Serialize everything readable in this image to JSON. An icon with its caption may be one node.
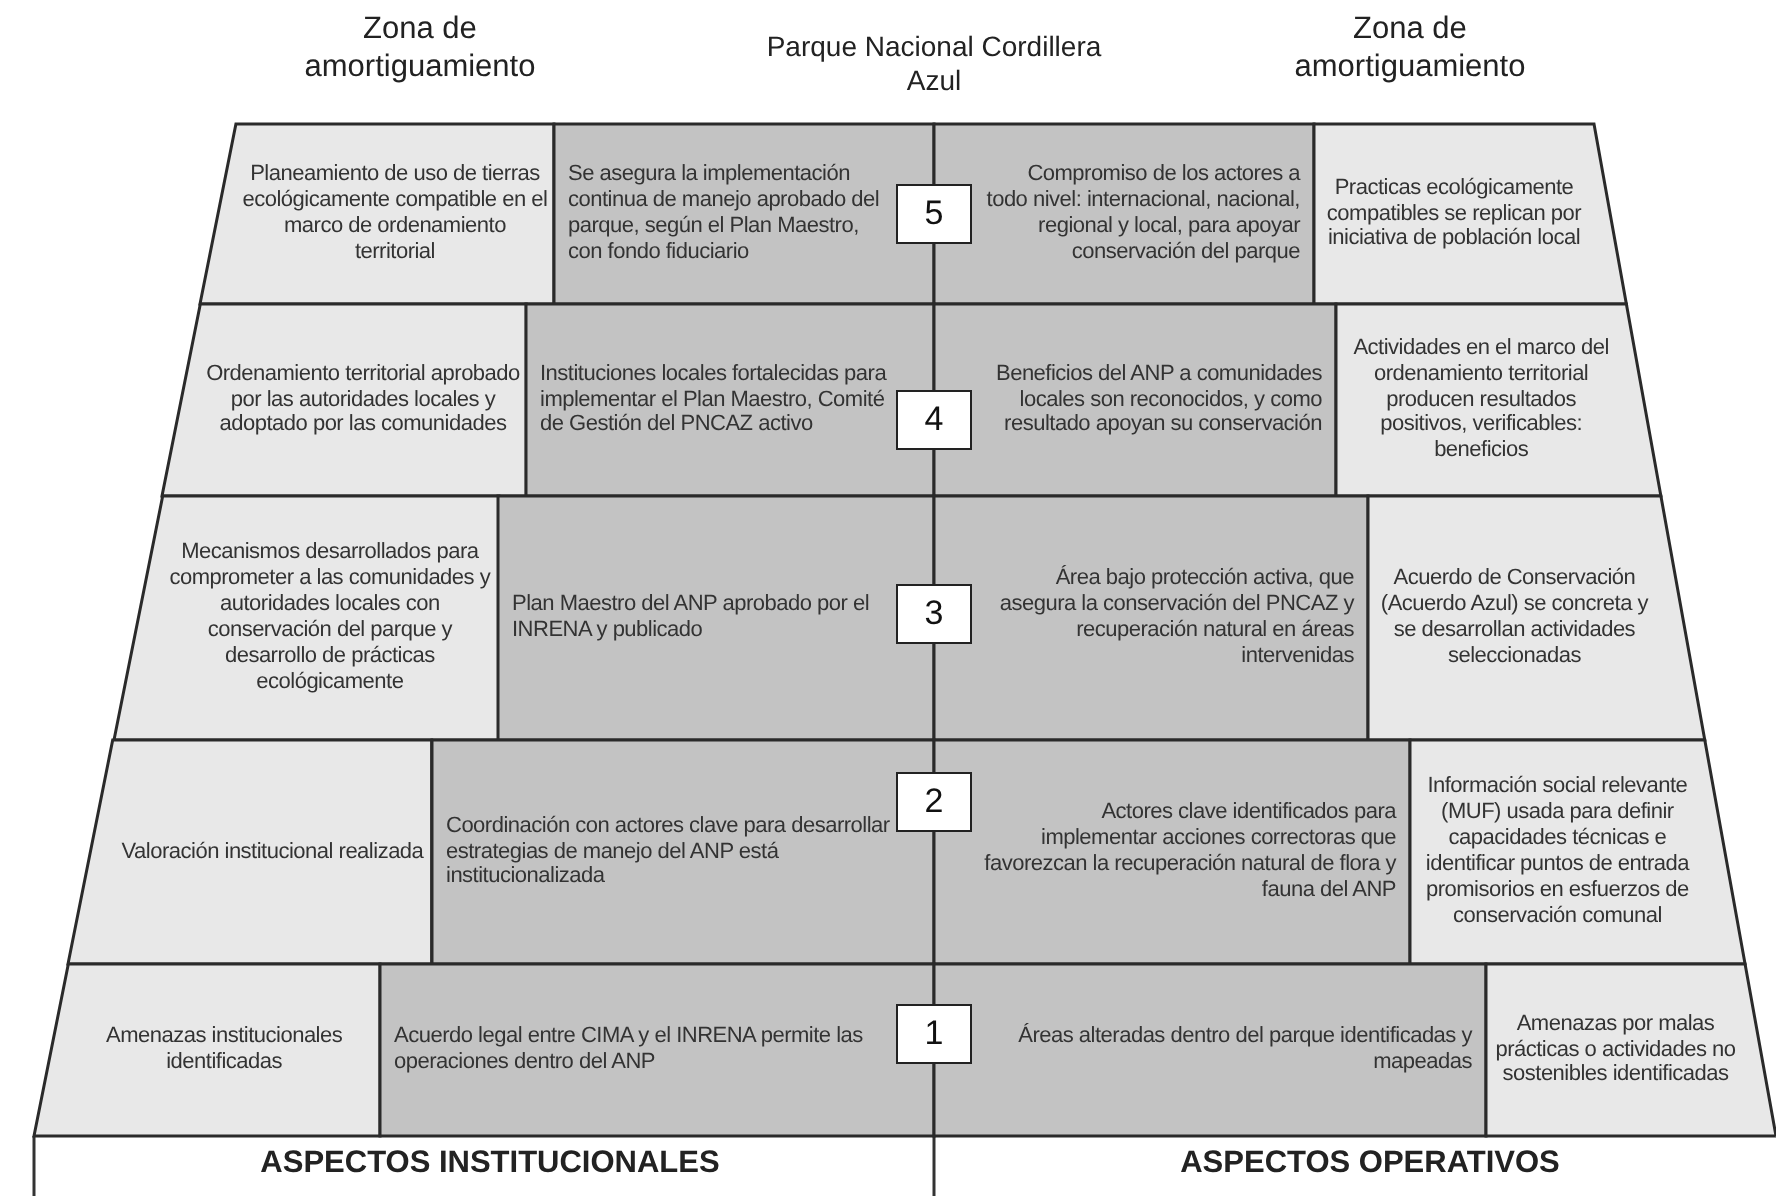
{
  "diagram": {
    "nodes": [
      {
        "text": [
          "Planeamiento de uso de tierras ecológicamente compatible en el marco de ordenamiento territorial"
        ]
      },
      {
        "text": [
          "Se asegura la implementación continua de manejo aprobado del parque, según el Plan Maestro, con fondo fiduciario"
        ]
      },
      {
        "text": [
          "5"
        ]
      },
      {
        "text": [
          "Compromiso de los actores a todo nivel: internacional, nacional, regional y local, para apoyar conservación del parque"
        ]
      },
      {
        "text": [
          "Practicas ecológicamente compatibles se replican por iniciativa de población local"
        ]
      },
      {
        "text": [
          "Ordenamiento territorial aprobado por las autoridades locales y adoptado por las comunidades"
        ]
      },
      {
        "text": [
          "Instituciones locales fortalecidas para implementar el Plan Maestro, Comité de Gestión del PNCAZ activo"
        ]
      },
      {
        "text": [
          "4"
        ]
      },
      {
        "text": [
          "Beneficios del ANP a comunidades locales son reconocidos, y como resultado apoyan su conservación"
        ]
      },
      {
        "text": [
          "Actividades en el marco del ordenamiento territorial producen resultados positivos, verificables: beneficios"
        ]
      },
      {
        "text": [
          "Mecanismos desarrollados para comprometer a las comunidades y autoridades locales con conservación del parque y desarrollo de prácticas ecológicamente"
        ]
      },
      {
        "text": [
          "Plan Maestro del ANP aprobado por el INRENA y publicado"
        ]
      },
      {
        "text": [
          "3"
        ]
      },
      {
        "text": [
          "Área bajo protección activa, que asegura la conservación del PNCAZ y recuperación natural en áreas intervenidas"
        ]
      },
      {
        "text": [
          "Acuerdo de Conservación (Acuerdo Azul) se concreta y se desarrollan actividades seleccionadas"
        ]
      },
      {
        "text": [
          "Valoración institucional realizada"
        ]
      },
      {
        "text": [
          "Coordinación con actores clave para desarrollar estrategias de manejo del ANP está institucionalizada"
        ]
      },
      {
        "text": [
          "2"
        ]
      },
      {
        "text": [
          "Actores clave identificados para implementar acciones correctoras que favorezcan la recuperación natural de flora y fauna del ANP"
        ]
      },
      {
        "text": [
          "Información social relevante (MUF) usada para definir capacidades técnicas e identificar puntos de entrada promisorios en esfuerzos de conservación comunal"
        ]
      },
      {
        "text": [
          "Amenazas institucionales identificadas"
        ]
      },
      {
        "text": [
          "Acuerdo legal entre CIMA y el INRENA permite las operaciones dentro del ANP"
        ]
      },
      {
        "text": [
          "1"
        ]
      },
      {
        "text": [
          "Áreas alteradas dentro del parque identificadas y mapeadas"
        ]
      },
      {
        "text": [
          "Amenazas por malas prácticas o actividades no sostenibles identificadas"
        ]
      }
    ],
    "labels": [
      "Zona de amortiguamiento",
      "Parque Nacional Cordillera Azul",
      "Zona de amortiguamiento",
      "ASPECTOS INSTITUCIONALES",
      "ASPECTOS OPERATIVOS"
    ]
  }
}
